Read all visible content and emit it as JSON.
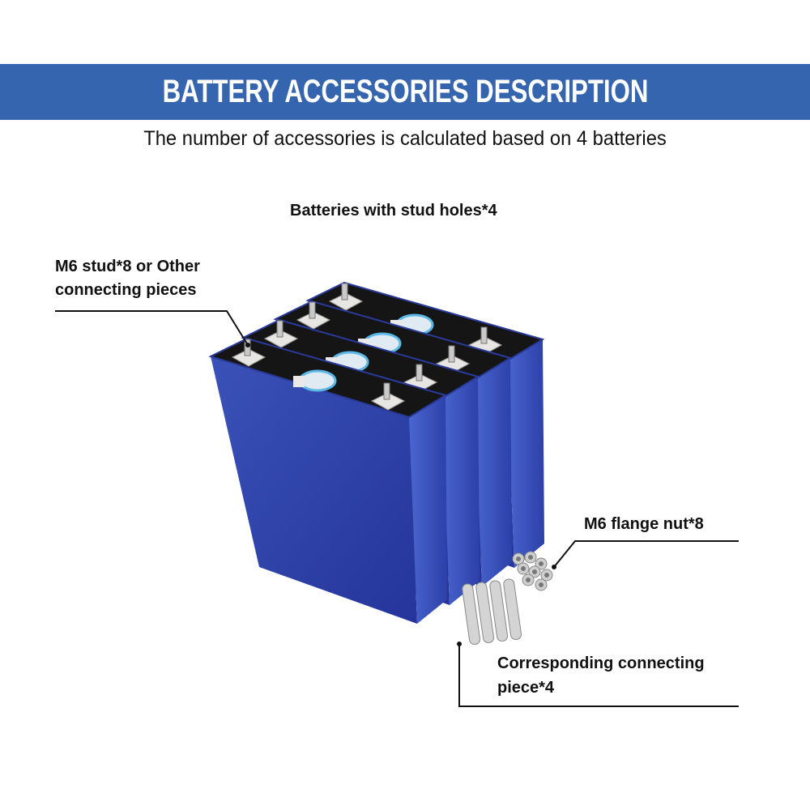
{
  "banner": {
    "title": "BATTERY ACCESSORIES DESCRIPTION",
    "color": "#3565ae"
  },
  "subtitle": "The number of accessories is calculated based on 4 batteries",
  "labels": {
    "batteries": "Batteries with stud holes*4",
    "studs_line1": "M6 stud*8 or Other",
    "studs_line2": "connecting pieces",
    "nuts": "M6 flange nut*8",
    "pieces_line1": "Corresponding connecting",
    "pieces_line2": "piece*4"
  },
  "colors": {
    "battery_blue": "#2f45a8",
    "battery_top": "#151515"
  }
}
